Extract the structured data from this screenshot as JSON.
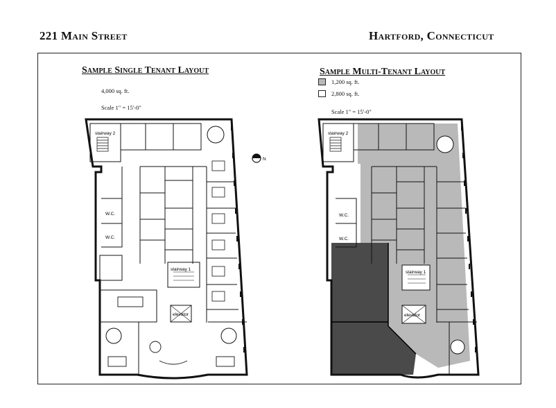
{
  "header": {
    "address": "221 Main Street",
    "city": "Hartford, Connecticut"
  },
  "single": {
    "title": "Sample Single Tenant Layout",
    "area": "4,000 sq. ft.",
    "scale": "Scale 1\" = 15'-0\""
  },
  "multi": {
    "title": "Sample Multi-Tenant Layout",
    "legend": [
      {
        "label": "1,200 sq. ft.",
        "fill": "#b9b9b9"
      },
      {
        "label": "2,800 sq. ft.",
        "fill": "#ffffff"
      }
    ],
    "scale": "Scale 1\" = 15'-0\""
  },
  "plan_labels": {
    "stairway2": "stairway 2",
    "stairway1": "stairway 1",
    "elevator": "elevator",
    "wc": "W.C.",
    "north": "N"
  },
  "colors": {
    "tenant_small": "#b9b9b9",
    "tenant_large": "#4a4a4a",
    "wall": "#111111"
  }
}
